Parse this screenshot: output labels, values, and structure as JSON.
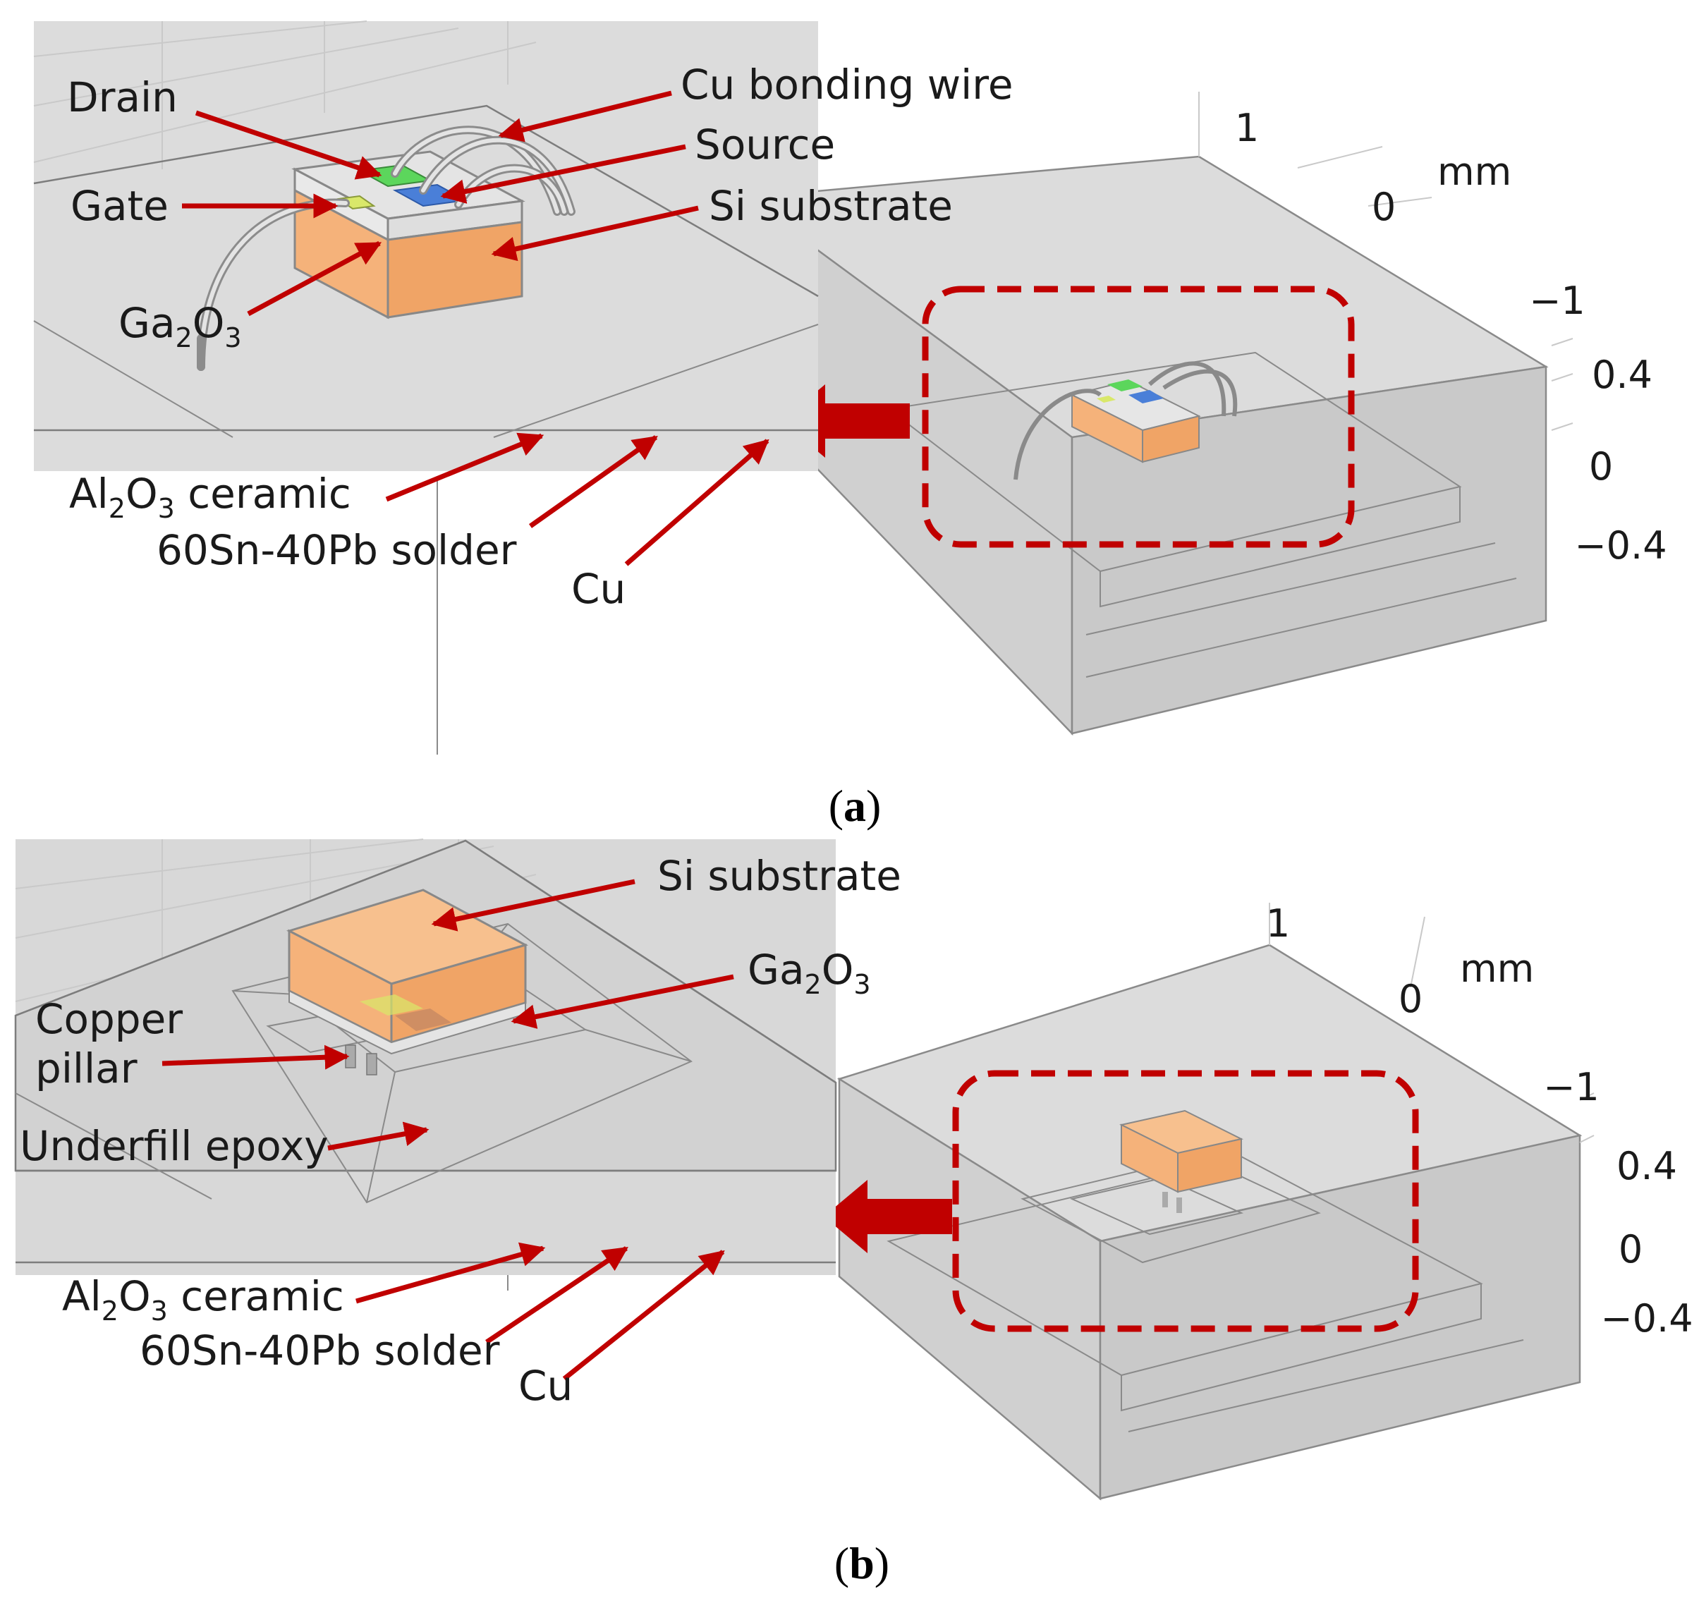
{
  "panel_a": {
    "caption": "a",
    "labels": {
      "drain": "Drain",
      "cu_bonding_wire": "Cu bonding wire",
      "source": "Source",
      "gate": "Gate",
      "si_substrate": "Si substrate",
      "ga2o3_main": "Ga",
      "ga2o3_sub1": "2",
      "ga2o3_mid": "O",
      "ga2o3_sub2": "3",
      "al2o3_main": "Al",
      "al2o3_sub1": "2",
      "al2o3_mid": "O",
      "al2o3_sub2": "3",
      "al2o3_rest": " ceramic",
      "solder": "60Sn-40Pb solder",
      "cu": "Cu"
    },
    "axes": {
      "unit": "mm",
      "y_ticks": [
        "1",
        "0",
        "−1"
      ],
      "z_ticks": [
        "0.4",
        "0",
        "−0.4"
      ]
    }
  },
  "panel_b": {
    "caption": "b",
    "labels": {
      "si_substrate": "Si substrate",
      "ga2o3_main": "Ga",
      "ga2o3_sub1": "2",
      "ga2o3_mid": "O",
      "ga2o3_sub2": "3",
      "copper_pillar_1": "Copper",
      "copper_pillar_2": "pillar",
      "underfill": "Underfill epoxy",
      "al2o3_main": "Al",
      "al2o3_sub1": "2",
      "al2o3_mid": "O",
      "al2o3_sub2": "3",
      "al2o3_rest": " ceramic",
      "solder": "60Sn-40Pb solder",
      "cu": "Cu"
    },
    "axes": {
      "unit": "mm",
      "y_ticks": [
        "1",
        "0",
        "−1"
      ],
      "z_ticks": [
        "0.4",
        "0",
        "−0.4"
      ]
    }
  },
  "colors": {
    "arrow_red": "#c00000",
    "ga2o3_orange": "#f5b27a",
    "drain_green": "#5cd65c",
    "source_blue": "#4a7fd8",
    "gate_yellow": "#d9e86a",
    "package_gray": "#dcdcdc"
  }
}
